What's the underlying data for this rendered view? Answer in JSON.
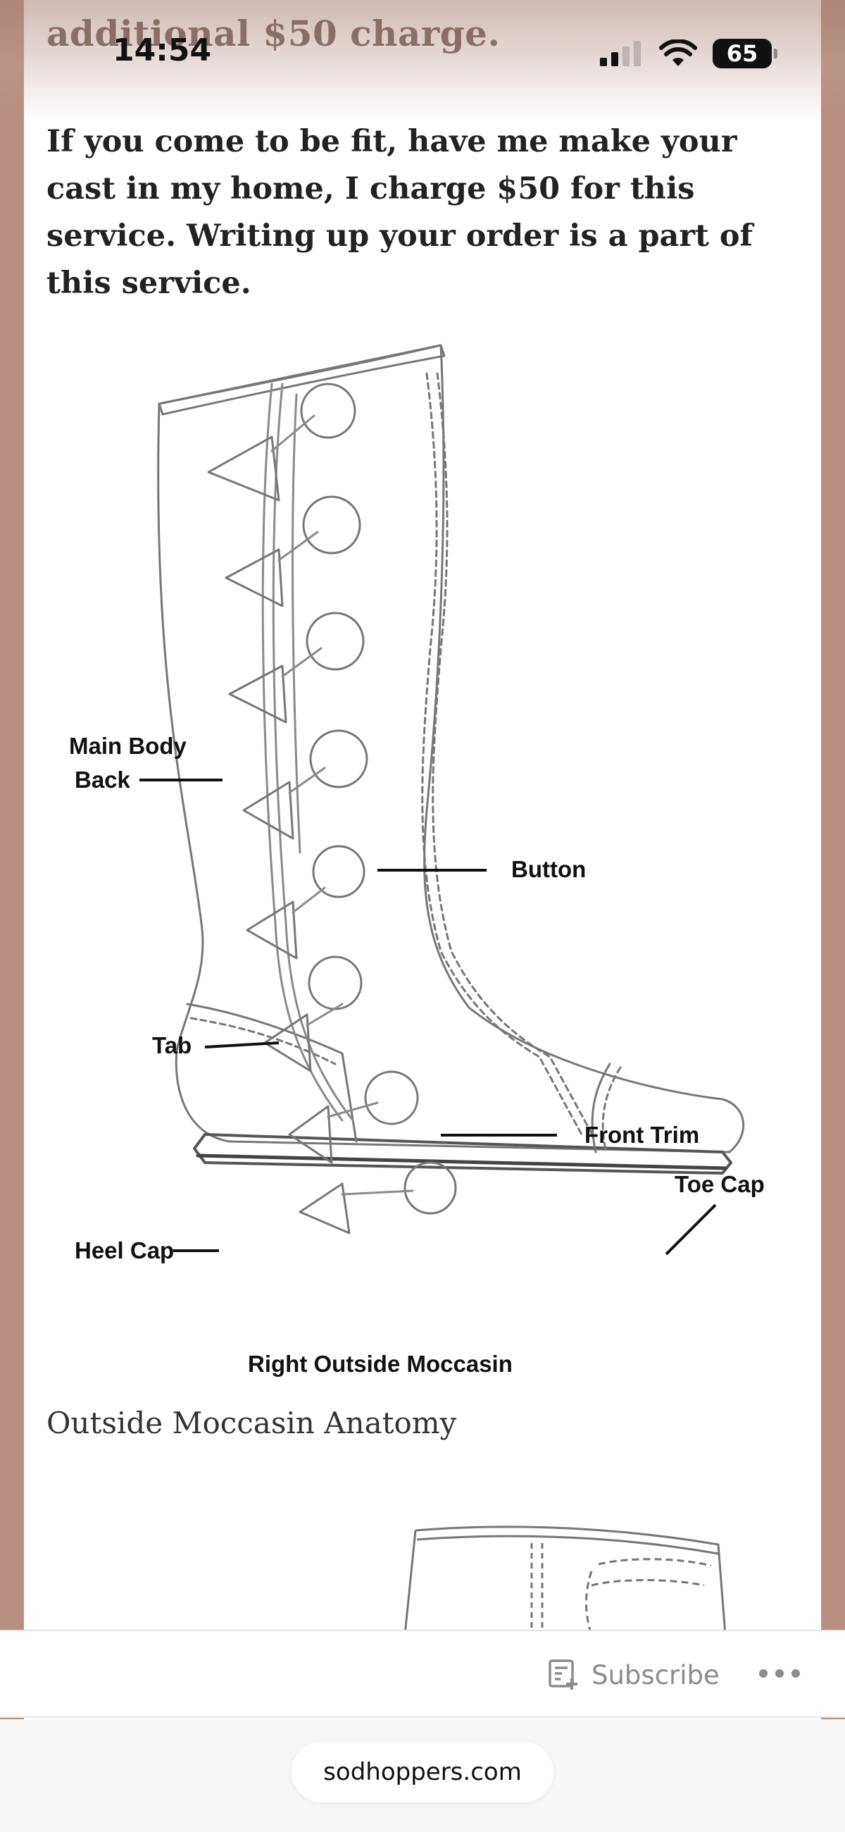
{
  "status_bar": {
    "time": "14:54",
    "battery": "65",
    "icons": [
      "cellular-signal-icon",
      "wifi-icon",
      "battery-icon"
    ]
  },
  "article": {
    "cut_off_heading": "additional $50 charge.",
    "paragraph": "If you come to be fit, have me make your cast in my home, I charge $50 for this service. Writing up your order is a part of this service.",
    "figure": {
      "title": "Right Outside Moccasin",
      "labels": {
        "main_body_back": [
          "Main Body",
          "Back"
        ],
        "button": "Button",
        "tab": "Tab",
        "front_trim": "Front Trim",
        "toe_cap": "Toe Cap",
        "heel_cap": "Heel Cap"
      },
      "caption": "Outside Moccasin Anatomy"
    }
  },
  "toolbar": {
    "subscribe_label": "Subscribe",
    "subscribe_icon": "subscribe-reader-icon",
    "more_icon": "more-dots-icon"
  },
  "browser": {
    "url": "sodhoppers.com"
  },
  "colors": {
    "page_frame": "#b88e80",
    "text": "#222222",
    "muted": "#8c8c8c"
  }
}
